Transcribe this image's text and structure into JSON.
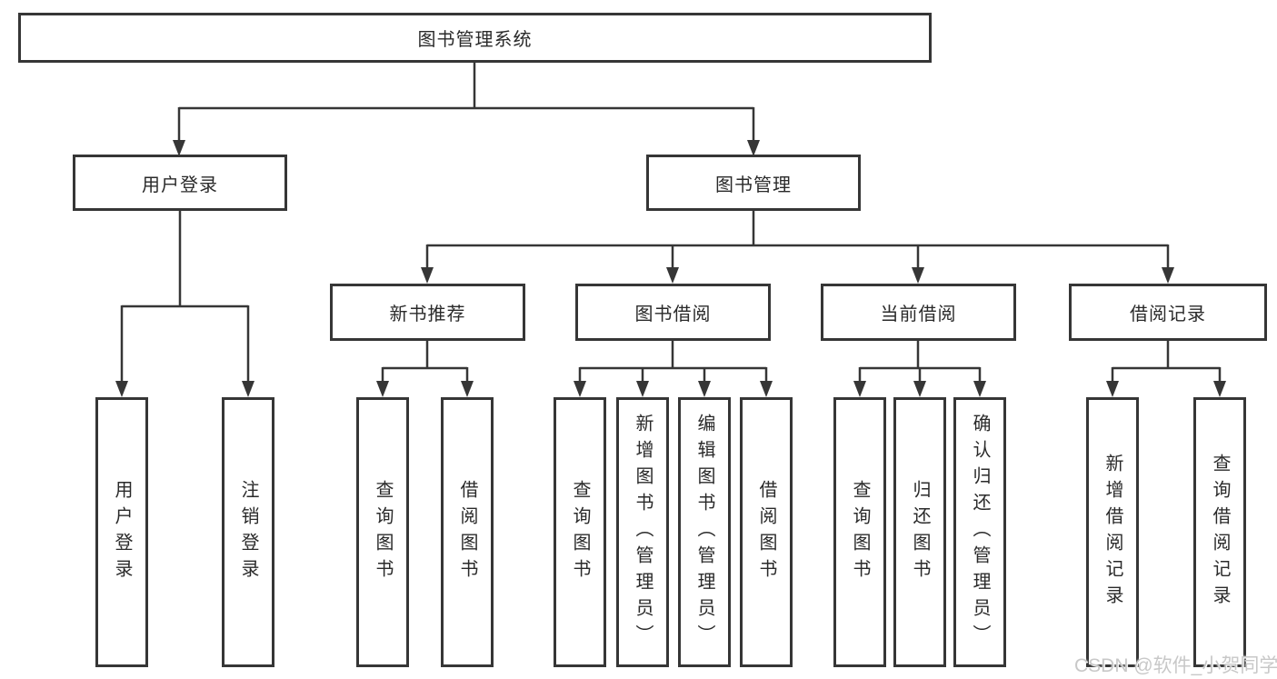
{
  "colors": {
    "line": "#363636",
    "box_border": "#363636",
    "box_background": "#ffffff",
    "text": "#2a2a2a",
    "page_background": "#ffffff",
    "watermark": "#c8c8c8"
  },
  "watermark": {
    "text": "CSDN @软件_小贺同学"
  },
  "tree": {
    "label": "图书管理系统",
    "children": [
      {
        "label": "用户登录",
        "children": [
          {
            "label": "用户登录"
          },
          {
            "label": "注销登录"
          }
        ]
      },
      {
        "label": "图书管理",
        "children": [
          {
            "label": "新书推荐",
            "children": [
              {
                "label": "查询图书"
              },
              {
                "label": "借阅图书"
              }
            ]
          },
          {
            "label": "图书借阅",
            "children": [
              {
                "label": "查询图书"
              },
              {
                "label": "新增图书（管理员）"
              },
              {
                "label": "编辑图书（管理员）"
              },
              {
                "label": "借阅图书"
              }
            ]
          },
          {
            "label": "当前借阅",
            "children": [
              {
                "label": "查询图书"
              },
              {
                "label": "归还图书"
              },
              {
                "label": "确认归还（管理员）"
              }
            ]
          },
          {
            "label": "借阅记录",
            "children": [
              {
                "label": "新增借阅记录"
              },
              {
                "label": "查询借阅记录"
              }
            ]
          }
        ]
      }
    ]
  }
}
